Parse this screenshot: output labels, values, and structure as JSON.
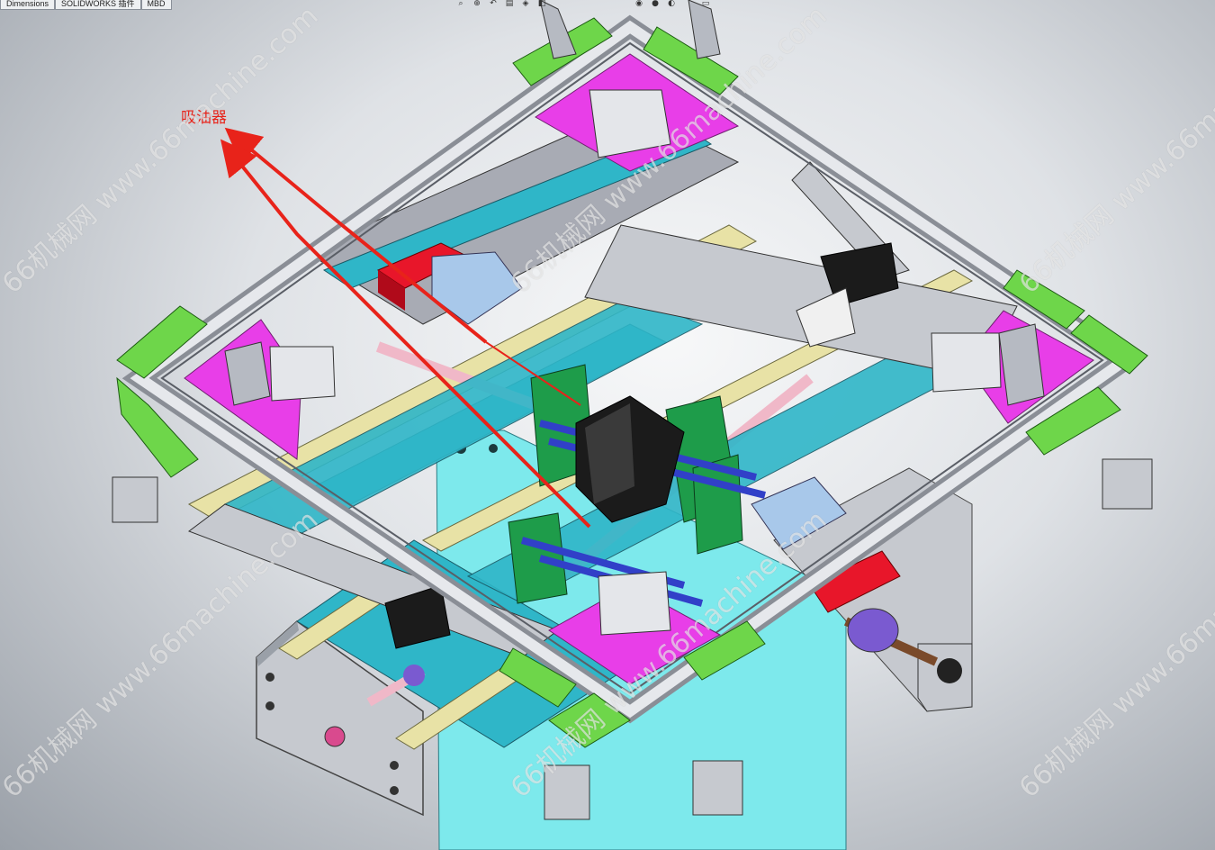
{
  "tabs": [
    {
      "label": "Dimensions"
    },
    {
      "label": "SOLIDWORKS 插件"
    },
    {
      "label": "MBD"
    }
  ],
  "heads_up_toolbar": [
    "zoom-fit-icon",
    "zoom-area-icon",
    "previous-view-icon",
    "section-view-icon",
    "view-orientation-icon",
    "display-style-icon",
    "hide-show-icon",
    "appearance-icon",
    "scene-icon",
    "view-settings-icon"
  ],
  "callout": {
    "label": "吸油器",
    "color": "#e8231a"
  },
  "watermark": {
    "text": "66机械网 www.66machine.com"
  },
  "colors": {
    "frame": "#c9ccd2",
    "magenta": "#e83ee8",
    "green": "#6ed64a",
    "cyan": "#2fb6c8",
    "light_cyan": "#7de9ec",
    "rail_yellow": "#e8e2a6",
    "red": "#e8162a",
    "blue": "#3140c8",
    "dark_green": "#1e9c4a",
    "purple": "#7a5ad0",
    "light_blue": "#a8c8ea",
    "pink": "#f0b8c8",
    "black": "#1b1b1b",
    "arrow": "#e8231a"
  }
}
